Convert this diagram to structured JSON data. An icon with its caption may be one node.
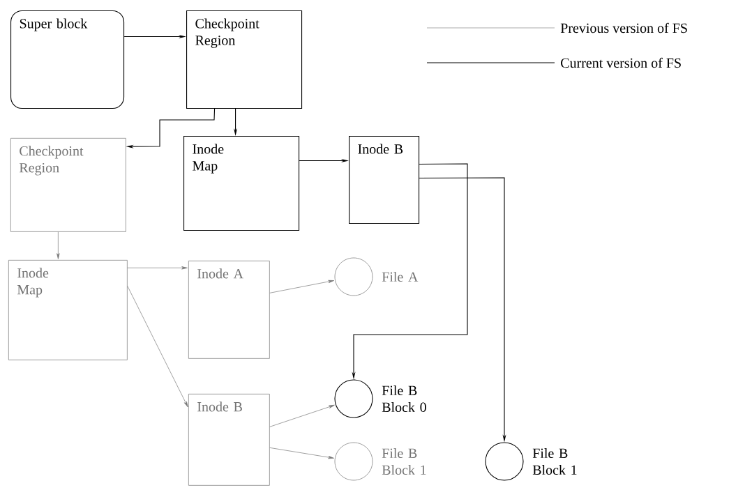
{
  "diagram": {
    "nodes": [
      {
        "text": [
          "Super block"
        ]
      },
      {
        "text": [
          "Checkpoint Region"
        ]
      },
      {
        "text": [
          "Checkpoint Region"
        ]
      },
      {
        "text": [
          "Inode Map"
        ]
      },
      {
        "text": [
          "Inode B"
        ]
      },
      {
        "text": [
          "Inode Map"
        ]
      },
      {
        "text": [
          "Inode A"
        ]
      },
      {
        "text": [],
        "shape": "circle",
        "beside": [
          "File A"
        ]
      },
      {
        "text": [
          "Inode B"
        ]
      },
      {
        "text": [],
        "shape": "circle",
        "beside": [
          "File B Block 0"
        ]
      },
      {
        "text": [],
        "shape": "circle",
        "beside": [
          "File B Block 1"
        ]
      },
      {
        "text": [],
        "shape": "circle",
        "beside": [
          "File B Block 1"
        ]
      }
    ],
    "edges": [
      {
        "from": 0,
        "to": 1,
        "arrow": "to"
      },
      {
        "from": 1,
        "to": 3,
        "arrow": "to"
      },
      {
        "from": 1,
        "to": 2,
        "arrow": "to"
      },
      {
        "from": 3,
        "to": 4,
        "arrow": "to"
      },
      {
        "from": 4,
        "to": 9,
        "arrow": "to"
      },
      {
        "from": 4,
        "to": 11,
        "arrow": "to"
      },
      {
        "from": 2,
        "to": 5,
        "arrow": "to",
        "color": "#777777"
      },
      {
        "from": 5,
        "to": 6,
        "arrow": "to",
        "color": "#777777"
      },
      {
        "from": 5,
        "to": 8,
        "arrow": "to",
        "color": "#777777"
      },
      {
        "from": 6,
        "to": 7,
        "arrow": "to",
        "color": "#777777"
      },
      {
        "from": 8,
        "to": 9,
        "arrow": "to",
        "color": "#777777"
      },
      {
        "from": 8,
        "to": 10,
        "arrow": "to",
        "color": "#777777"
      }
    ],
    "legend": [
      {
        "text": "Previous version of FS"
      },
      {
        "text": "Current version of FS"
      }
    ]
  }
}
